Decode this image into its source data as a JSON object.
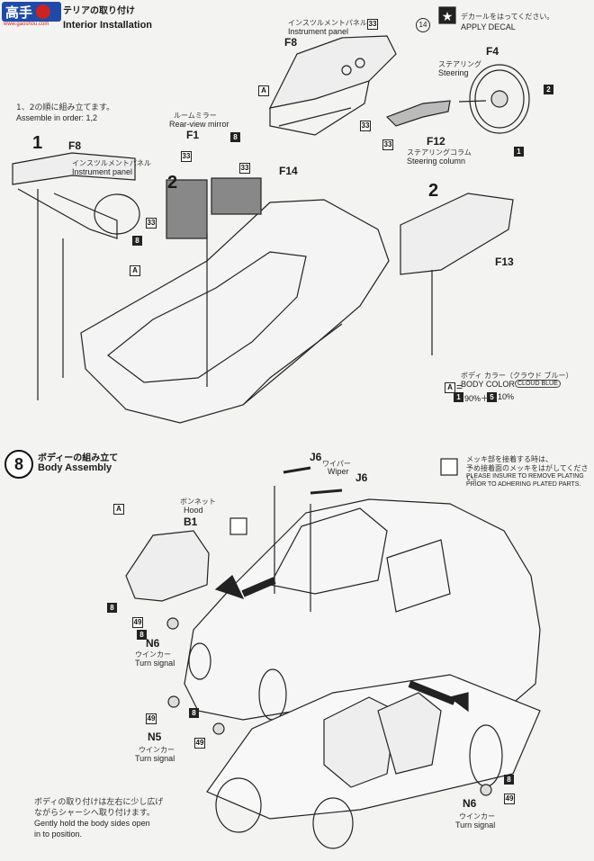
{
  "watermark": {
    "line1": "高手",
    "line2": "www.gaoshou.com"
  },
  "section7": {
    "title_jp": "テリアの取り付け",
    "title_en": "Interior Installation",
    "order_jp": "1、2の順に組み立てます。",
    "order_en": "Assemble in order: 1,2",
    "step1": "1",
    "step2a": "2",
    "step2b": "2",
    "instrument_panel_jp": "インスツルメントパネル",
    "instrument_panel_en": "Instrument panel",
    "mirror_jp": "ルームミラー",
    "mirror_en": "Rear-view mirror",
    "steering_jp": "ステアリング",
    "steering_en": "Steering",
    "column_jp": "ステアリングコラム",
    "column_en": "Steering column",
    "decal_jp": "デカールをはってください。",
    "decal_en": "APPLY DECAL",
    "decal_no": "14",
    "body_color_jp": "ボディ カラー（クラウド ブルー）",
    "body_color_en": "BODY COLOR",
    "body_color_name": "CLOUD BLUE",
    "color_a": "A",
    "color_eq": "=",
    "color_mix_1_no": "1",
    "color_mix_1": "90%＋",
    "color_mix_2_no": "5",
    "color_mix_2": "10%",
    "parts": {
      "f8a": "F8",
      "f8b": "F8",
      "f1": "F1",
      "f14": "F14",
      "f4": "F4",
      "f12": "F12",
      "f13": "F13"
    },
    "callouts": {
      "n33": "33",
      "n8": "8",
      "n2": "2",
      "n1": "1",
      "a": "A"
    }
  },
  "section8": {
    "step_no": "8",
    "title_jp": "ボディーの組み立て",
    "title_en": "Body Assembly",
    "hood_jp": "ボンネット",
    "hood_en": "Hood",
    "wiper_jp": "ワイパー",
    "wiper_en": "Wiper",
    "turn_jp": "ウインカー",
    "turn_en": "Turn signal",
    "plating_jp1": "メッキ部を接着する時は、",
    "plating_jp2": "予め接着面のメッキをはがしてください。",
    "plating_en1": "PLEASE INSURE TO REMOVE PLATING",
    "plating_en2": "PRIOR TO ADHERING PLATED PARTS.",
    "note_jp1": "ボディの取り付けは左右に少し広げ",
    "note_jp2": "ながらシャーシへ取り付けます。",
    "note_en1": "Gently hold the body sides open",
    "note_en2": "in to position.",
    "parts": {
      "b1": "B1",
      "j6a": "J6",
      "j6b": "J6",
      "n6a": "N6",
      "n5": "N5",
      "n6b": "N6"
    },
    "callouts": {
      "a": "A",
      "n8": "8",
      "n49": "49"
    }
  }
}
